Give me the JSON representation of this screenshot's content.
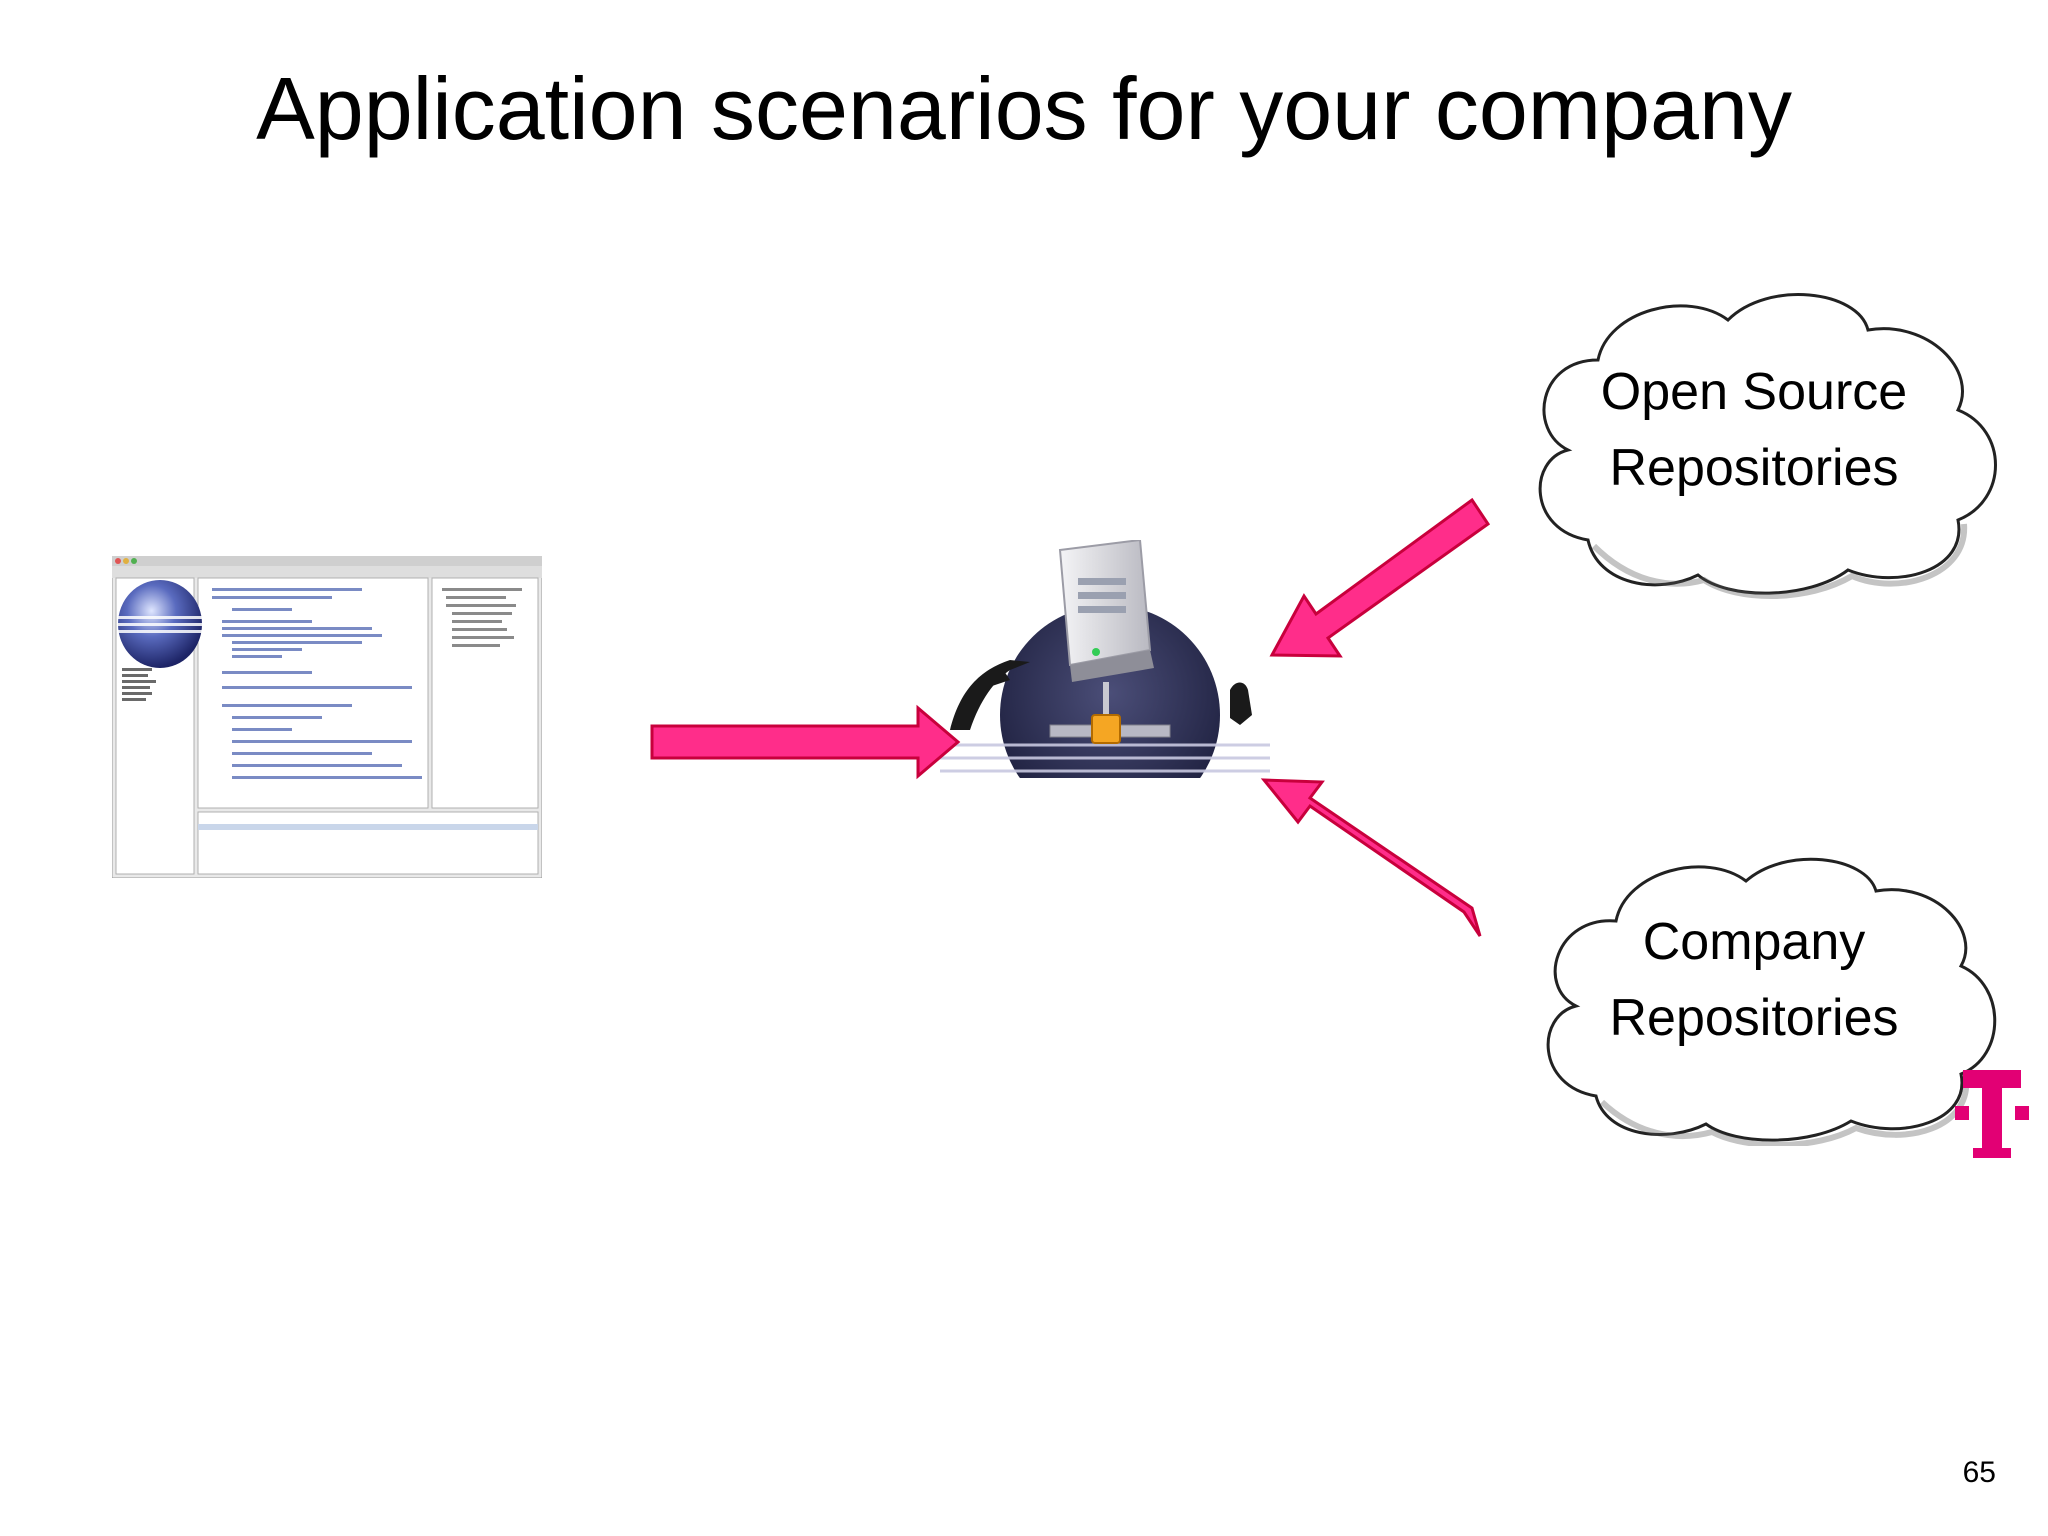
{
  "slide": {
    "title": "Application scenarios for your  company",
    "page_number": "65"
  },
  "clouds": {
    "open_source": {
      "line1": "Open Source",
      "line2": "Repositories"
    },
    "company": {
      "line1": "Company",
      "line2": "Repositories"
    }
  },
  "colors": {
    "arrow_fill": "#ff2d8a",
    "arrow_stroke": "#c8003c",
    "brand_magenta": "#e20074",
    "server_gray": "#d9d9de",
    "globe_dark": "#2d2f4e",
    "connector_orange": "#f5a623"
  },
  "icons": {
    "ide_window": "ide-window-icon",
    "server": "server-icon",
    "brand": "telekom-logo-icon"
  }
}
